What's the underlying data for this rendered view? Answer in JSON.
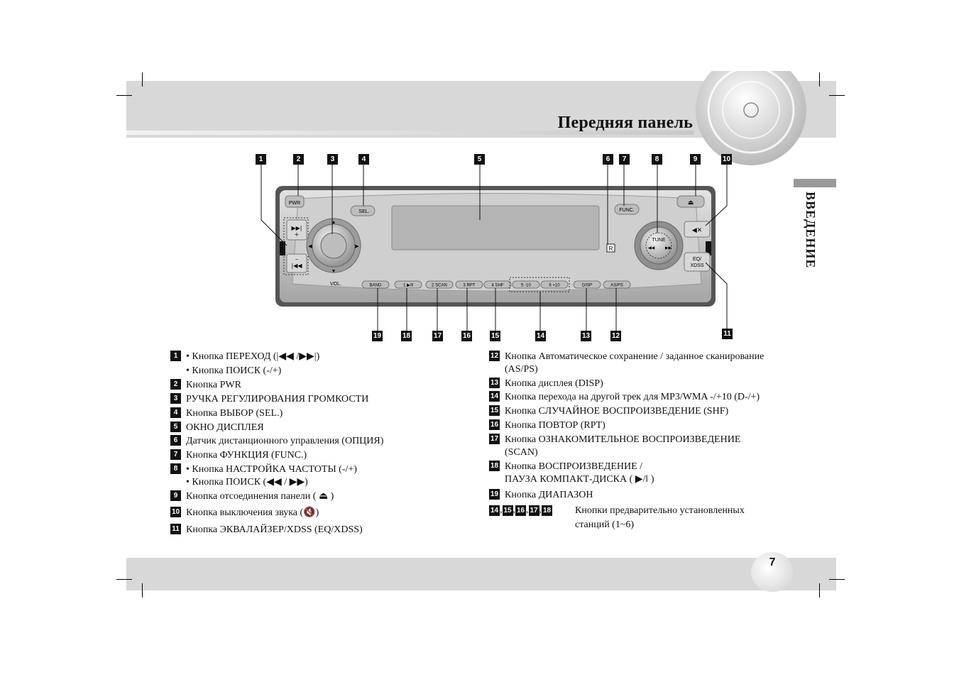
{
  "header": {
    "title": "Передняя панель",
    "section": "ВВЕДЕНИЕ"
  },
  "footer": {
    "page_number": "7"
  },
  "diagram": {
    "top_callouts": [
      "1",
      "2",
      "3",
      "4",
      "5",
      "6",
      "7",
      "8",
      "9",
      "10"
    ],
    "bottom_callouts": [
      "19",
      "18",
      "17",
      "16",
      "15",
      "14",
      "13",
      "12",
      "11"
    ],
    "button_labels": {
      "pwr": "PWR",
      "sel": "SEL.",
      "func": "FUNC.",
      "vol": "VOL.",
      "tune": "TUNE",
      "eq": "EQ/",
      "xdss": "XDSS",
      "r": "R",
      "bottom_row": [
        "BAND",
        "1",
        "2 SCAN",
        "3 RPT",
        "4 SHF",
        "5 -10",
        "6 +10",
        "DISP",
        "AS/PS"
      ]
    }
  },
  "legend_left": [
    {
      "num": "1",
      "lines": [
        "• Кнопка ПЕРЕХОД (|◀◀ /▶▶|)",
        "• Кнопка ПОИСК (-/+)"
      ]
    },
    {
      "num": "2",
      "lines": [
        "Кнопка PWR"
      ]
    },
    {
      "num": "3",
      "lines": [
        "РУЧКА РЕГУЛИРОВАНИЯ ГРОМКОСТИ"
      ]
    },
    {
      "num": "4",
      "lines": [
        "Кнопка ВЫБОР (SEL.)"
      ]
    },
    {
      "num": "5",
      "lines": [
        "ОКНО ДИСПЛЕЯ"
      ]
    },
    {
      "num": "6",
      "lines": [
        "Датчик дистанционного управления (ОПЦИЯ)"
      ]
    },
    {
      "num": "7",
      "lines": [
        "Кнопка ФУНКЦИЯ (FUNC.)"
      ]
    },
    {
      "num": "8",
      "lines": [
        "• Кнопка НАСТРОЙКА ЧАСТОТЫ (-/+)",
        "• Кнопка ПОИСК (◀◀ / ▶▶)"
      ]
    },
    {
      "num": "9",
      "lines": [
        "Кнопка отсоединения панели ( ⏏ )"
      ]
    },
    {
      "num": "10",
      "lines": [
        "Кнопка выключения звука (🔇)"
      ]
    },
    {
      "num": "11",
      "lines": [
        "Кнопка ЭКВАЛАЙЗЕР/XDSS (EQ/XDSS)"
      ]
    }
  ],
  "legend_right": [
    {
      "num": "12",
      "lines": [
        "Кнопка Автоматическое сохранение / заданное сканирование",
        "(AS/PS)"
      ]
    },
    {
      "num": "13",
      "lines": [
        "Кнопка дисплея (DISP)"
      ]
    },
    {
      "num": "14",
      "lines": [
        "Кнопка перехода на другой трек для MP3/WMA -/+10 (D-/+)"
      ]
    },
    {
      "num": "15",
      "lines": [
        "Кнопка СЛУЧАЙНОЕ ВОСПРОИЗВЕДЕНИЕ (SHF)"
      ]
    },
    {
      "num": "16",
      "lines": [
        "Кнопка ПОВТОР (RPT)"
      ]
    },
    {
      "num": "17",
      "lines": [
        "Кнопка ОЗНАКОМИТЕЛЬНОЕ ВОСПРОИЗВЕДЕНИЕ",
        "(SCAN)"
      ]
    },
    {
      "num": "18",
      "lines": [
        "Кнопка ВОСПРОИЗВЕДЕНИЕ /",
        "ПАУЗА КОМПАКТ-ДИСКА ( ▶/‖ )"
      ]
    },
    {
      "num": "19",
      "lines": [
        "Кнопка ДИАПАЗОН"
      ]
    }
  ],
  "presets": {
    "nums": [
      "14",
      "15",
      "16",
      "17",
      "18"
    ],
    "lines": [
      "Кнопки предварительно установленных",
      "станций (1~6)"
    ]
  }
}
